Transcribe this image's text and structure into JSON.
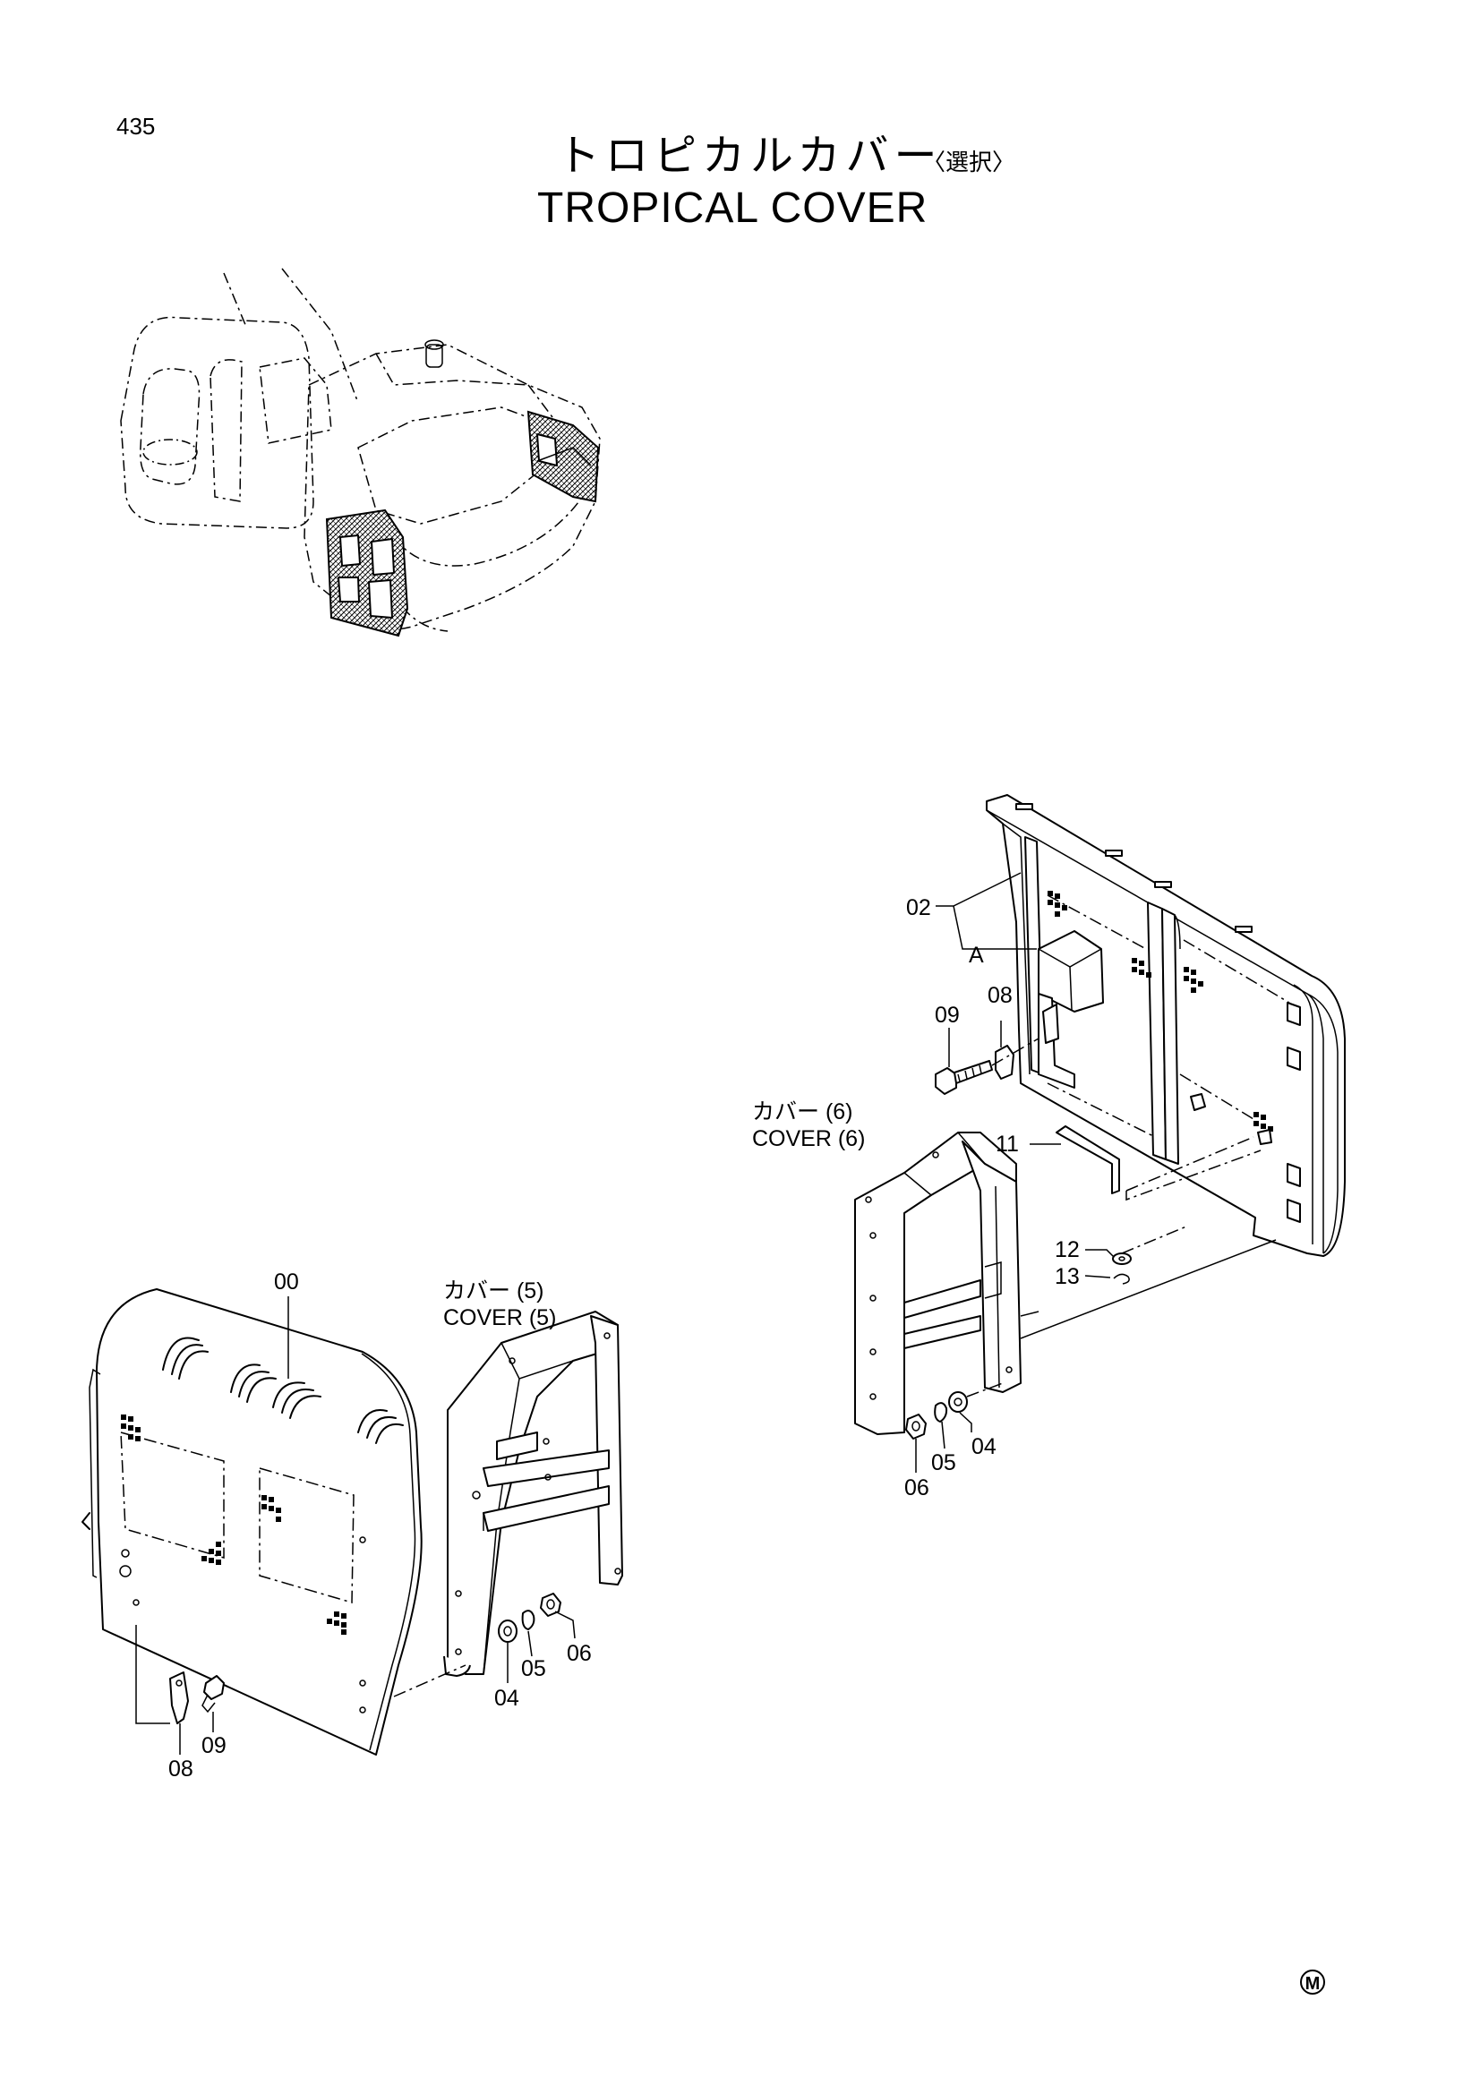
{
  "header": {
    "page_number": "435",
    "title_jp": "トロピカルカバー",
    "title_jp_sub": "〈選択〉",
    "title_en": "TROPICAL COVER"
  },
  "callouts": {
    "part_00": "00",
    "part_02": "02",
    "ref_a": "A",
    "part_09_right": "09",
    "part_08_right": "08",
    "part_11": "11",
    "part_12": "12",
    "part_13": "13",
    "part_04_right": "04",
    "part_05_right": "05",
    "part_06_right": "06",
    "part_04_left": "04",
    "part_05_left": "05",
    "part_06_left": "06",
    "part_08_left": "08",
    "part_09_left": "09"
  },
  "captions": {
    "cover6_jp": "カバー (6)",
    "cover6_en": "COVER (6)",
    "cover5_jp": "カバー (5)",
    "cover5_en": "COVER (5)"
  },
  "footer": {
    "mark": "M"
  }
}
